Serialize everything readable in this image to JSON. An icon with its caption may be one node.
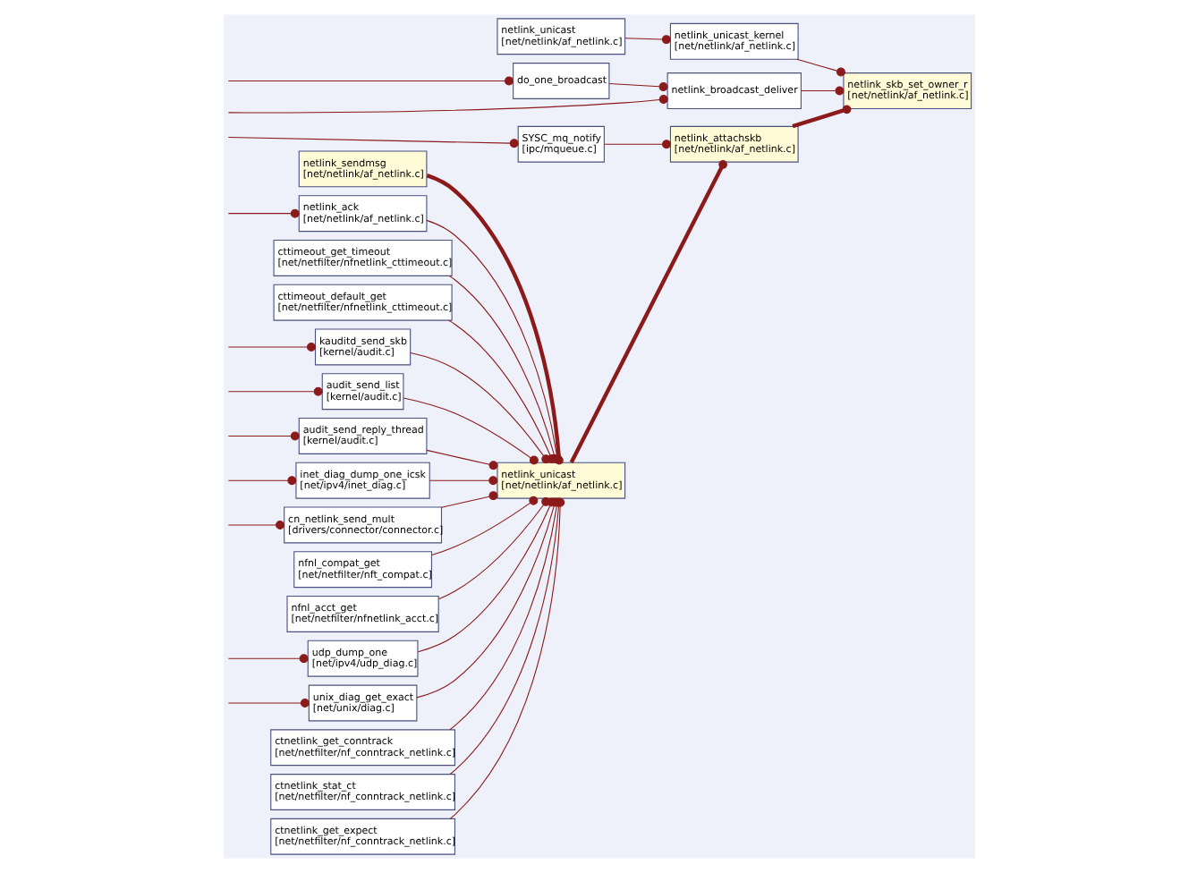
{
  "diagram": {
    "nodes": [
      {
        "text": [
          "netlink_sendmsg",
          "[net/netlink/af_netlink.c]"
        ]
      },
      {
        "text": [
          "netlink_ack",
          "[net/netlink/af_netlink.c]"
        ]
      },
      {
        "text": [
          "cttimeout_get_timeout",
          "[net/netfilter/nfnetlink_cttimeout.c]"
        ]
      },
      {
        "text": [
          "cttimeout_default_get",
          "[net/netfilter/nfnetlink_cttimeout.c]"
        ]
      },
      {
        "text": [
          "kauditd_send_skb",
          "[kernel/audit.c]"
        ]
      },
      {
        "text": [
          "audit_send_list",
          "[kernel/audit.c]"
        ]
      },
      {
        "text": [
          "audit_send_reply_thread",
          "[kernel/audit.c]"
        ]
      },
      {
        "text": [
          "inet_diag_dump_one_icsk",
          "[net/ipv4/inet_diag.c]"
        ]
      },
      {
        "text": [
          "cn_netlink_send_mult",
          "[drivers/connector/connector.c]"
        ]
      },
      {
        "text": [
          "nfnl_compat_get",
          "[net/netfilter/nft_compat.c]"
        ]
      },
      {
        "text": [
          "nfnl_acct_get",
          "[net/netfilter/nfnetlink_acct.c]"
        ]
      },
      {
        "text": [
          "udp_dump_one",
          "[net/ipv4/udp_diag.c]"
        ]
      },
      {
        "text": [
          "unix_diag_get_exact",
          "[net/unix/diag.c]"
        ]
      },
      {
        "text": [
          "ctnetlink_get_conntrack",
          "[net/netfilter/nf_conntrack_netlink.c]"
        ]
      },
      {
        "text": [
          "ctnetlink_stat_ct",
          "[net/netfilter/nf_conntrack_netlink.c]"
        ]
      },
      {
        "text": [
          "ctnetlink_get_expect",
          "[net/netfilter/nf_conntrack_netlink.c]"
        ]
      },
      {
        "text": [
          "netlink_unicast",
          "[net/netlink/af_netlink.c]"
        ]
      },
      {
        "text": [
          "SYSC_mq_notify",
          "[ipc/mqueue.c]"
        ]
      },
      {
        "text": [
          "netlink_unicast",
          "[net/netlink/af_netlink.c]"
        ]
      },
      {
        "text": [
          "do_one_broadcast"
        ]
      },
      {
        "text": [
          "netlink_attachskb",
          "[net/netlink/af_netlink.c]"
        ]
      },
      {
        "text": [
          "netlink_unicast_kernel",
          "[net/netlink/af_netlink.c]"
        ]
      },
      {
        "text": [
          "netlink_broadcast_deliver"
        ]
      },
      {
        "text": [
          "netlink_skb_set_owner_r",
          "[net/netlink/af_netlink.c]"
        ]
      }
    ],
    "edges": [
      {
        "from": 0,
        "to": 16,
        "arrow": "other",
        "style": "thick"
      },
      {
        "from": 1,
        "to": 16,
        "arrow": "other"
      },
      {
        "from": 2,
        "to": 16,
        "arrow": "other"
      },
      {
        "from": 3,
        "to": 16,
        "arrow": "other"
      },
      {
        "from": 4,
        "to": 16,
        "arrow": "other"
      },
      {
        "from": 5,
        "to": 16,
        "arrow": "other"
      },
      {
        "from": 6,
        "to": 16,
        "arrow": "other"
      },
      {
        "from": 7,
        "to": 16,
        "arrow": "other"
      },
      {
        "from": 8,
        "to": 16,
        "arrow": "other"
      },
      {
        "from": 9,
        "to": 16,
        "arrow": "other"
      },
      {
        "from": 10,
        "to": 16,
        "arrow": "other"
      },
      {
        "from": 11,
        "to": 16,
        "arrow": "other"
      },
      {
        "from": 12,
        "to": 16,
        "arrow": "other"
      },
      {
        "from": 13,
        "to": 16,
        "arrow": "other"
      },
      {
        "from": 14,
        "to": 16,
        "arrow": "other"
      },
      {
        "from": 15,
        "to": 16,
        "arrow": "other"
      },
      {
        "from": 16,
        "to": 20,
        "arrow": "other",
        "style": "thick"
      },
      {
        "from": 17,
        "to": 20,
        "arrow": "other"
      },
      {
        "from": 18,
        "to": 21,
        "arrow": "other"
      },
      {
        "from": 19,
        "to": 22,
        "arrow": "other"
      },
      {
        "from": 20,
        "to": 23,
        "arrow": "other",
        "style": "thick"
      },
      {
        "from": 21,
        "to": 23,
        "arrow": "other"
      },
      {
        "from": 22,
        "to": 23,
        "arrow": "other"
      },
      {
        "from": null,
        "to": 1,
        "arrow": "other"
      },
      {
        "from": null,
        "to": 4,
        "arrow": "other"
      },
      {
        "from": null,
        "to": 5,
        "arrow": "other"
      },
      {
        "from": null,
        "to": 6,
        "arrow": "other"
      },
      {
        "from": null,
        "to": 7,
        "arrow": "other"
      },
      {
        "from": null,
        "to": 8,
        "arrow": "other"
      },
      {
        "from": null,
        "to": 11,
        "arrow": "other"
      },
      {
        "from": null,
        "to": 12,
        "arrow": "other"
      },
      {
        "from": null,
        "to": 17,
        "arrow": "other"
      },
      {
        "from": null,
        "to": 19,
        "arrow": "other"
      },
      {
        "from": null,
        "to": 22,
        "arrow": "other"
      }
    ]
  }
}
